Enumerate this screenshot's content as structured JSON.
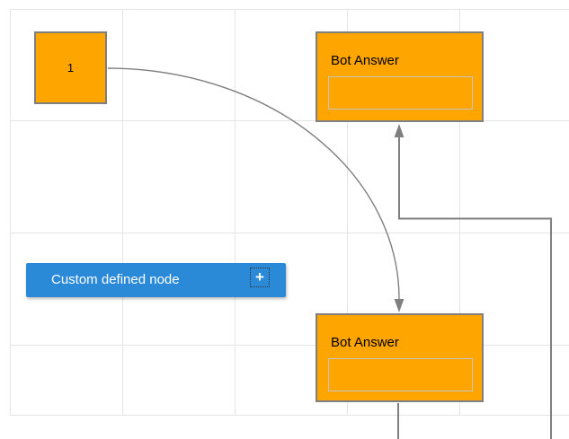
{
  "diagram": {
    "background": "#ffffff",
    "grid": {
      "visible": true,
      "cell_size": 125
    }
  },
  "colors": {
    "node_fill": "#ffa500",
    "node_border": "#7f7f7f",
    "connector": "#7f7f7f",
    "custom_node_fill": "#2a8ad8",
    "custom_node_text": "#ffffff",
    "inner_box_border": "#c4c4c4",
    "grid_line": "#e5e5e5",
    "label_text": "#000000"
  },
  "nodes": {
    "start": {
      "label": "1",
      "shape": "square"
    },
    "bot_answer_top": {
      "title": "Bot Answer"
    },
    "bot_answer_bottom": {
      "title": "Bot Answer"
    },
    "custom": {
      "label": "Custom defined node",
      "add_button_glyph": "+"
    }
  },
  "connectors": [
    {
      "from": "start",
      "to": "bot_answer_bottom",
      "style": "curved",
      "arrow": "down"
    },
    {
      "from": "bot_answer_bottom",
      "to": "bot_answer_top",
      "style": "orthogonal",
      "arrow": "up"
    }
  ]
}
